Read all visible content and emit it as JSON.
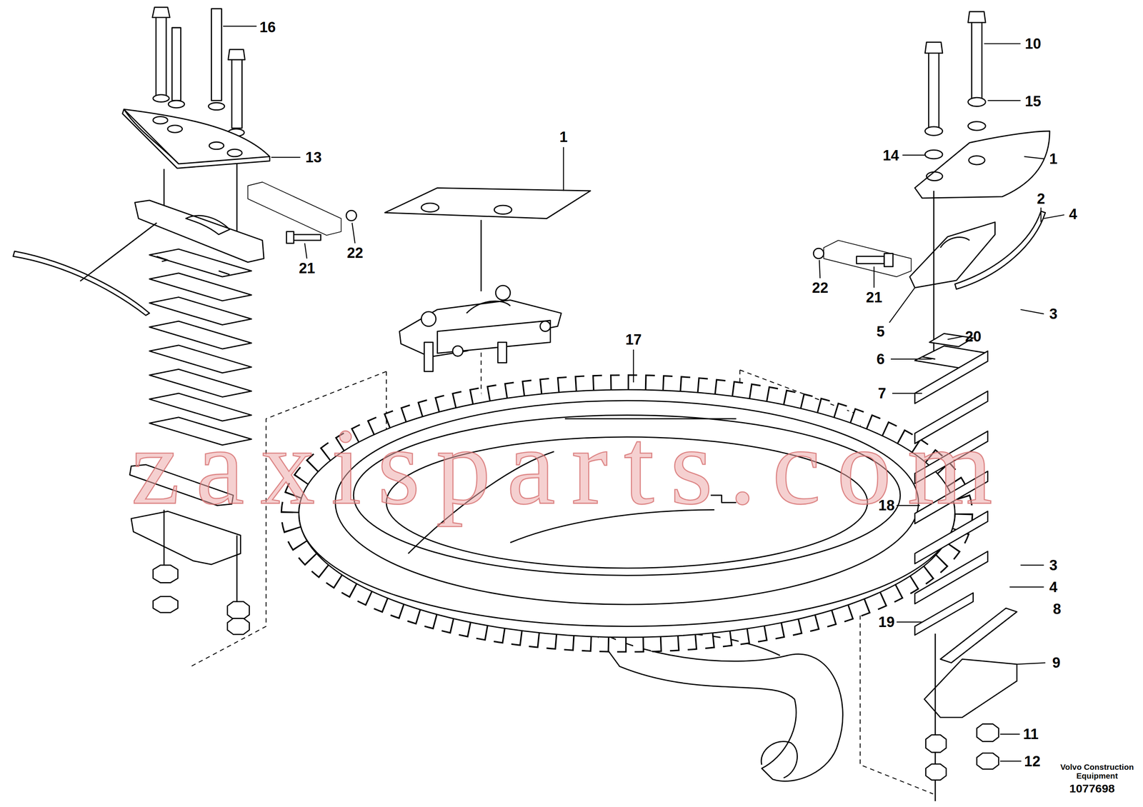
{
  "diagram": {
    "labels": [
      "16",
      "10",
      "15",
      "13",
      "1",
      "1",
      "14",
      "2",
      "4",
      "22",
      "21",
      "22",
      "21",
      "3",
      "5",
      "20",
      "17",
      "6",
      "7",
      "18",
      "3",
      "4",
      "8",
      "19",
      "9",
      "11",
      "12",
      "Volvo Construction Equipment",
      "1077698",
      "zaxisparts.com"
    ]
  }
}
